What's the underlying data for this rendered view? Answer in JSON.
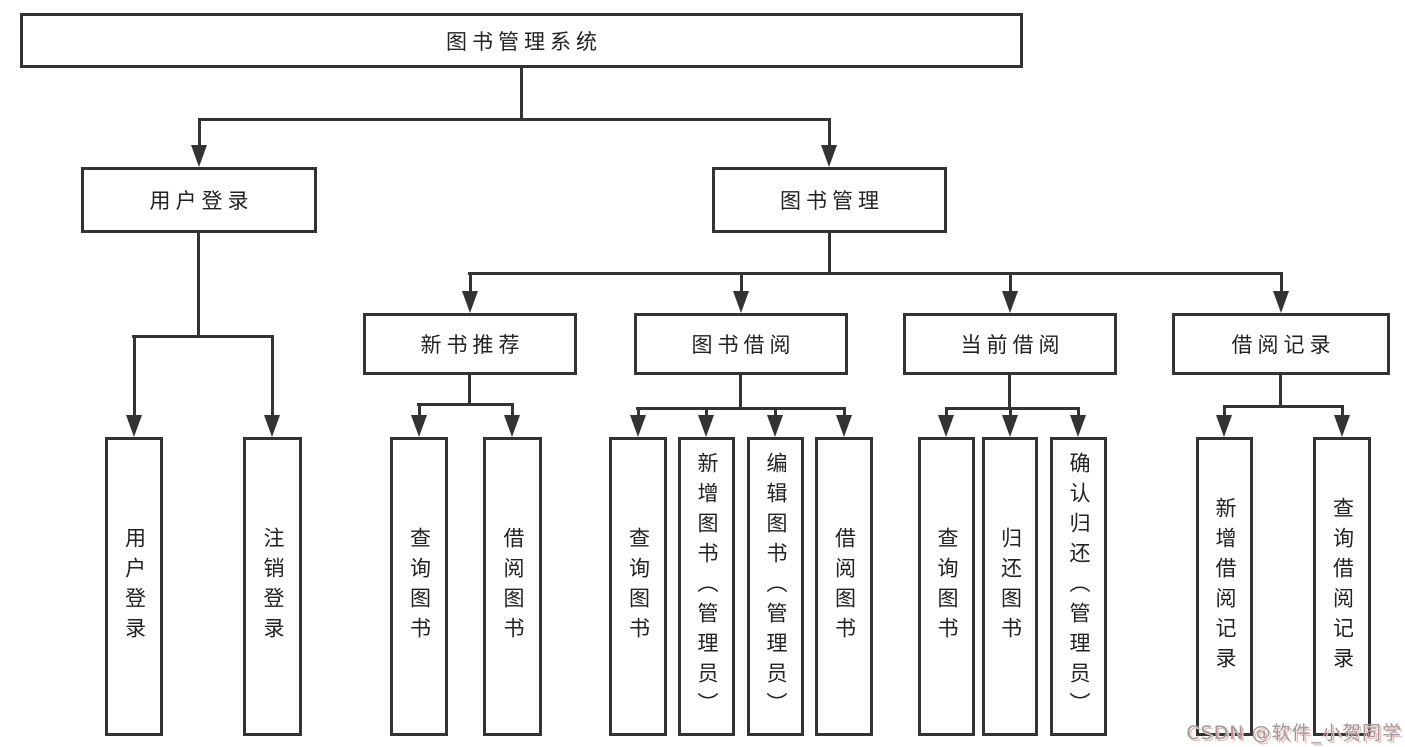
{
  "watermark": "CSDN @软件_小贺同学",
  "colors": {
    "line": "#333333",
    "text": "#222222",
    "box_bg": "#ffffff",
    "watermark_text": "#9c9c9c",
    "watermark_shadow": "#f3bcbc"
  },
  "tree": {
    "label": "图书管理系统",
    "children": [
      {
        "label": "用户登录",
        "children": [
          {
            "label": "用户登录"
          },
          {
            "label": "注销登录"
          }
        ]
      },
      {
        "label": "图书管理",
        "children": [
          {
            "label": "新书推荐",
            "children": [
              {
                "label": "查询图书"
              },
              {
                "label": "借阅图书"
              }
            ]
          },
          {
            "label": "图书借阅",
            "children": [
              {
                "label": "查询图书"
              },
              {
                "label": "新增图书（管理员）"
              },
              {
                "label": "编辑图书（管理员）"
              },
              {
                "label": "借阅图书"
              }
            ]
          },
          {
            "label": "当前借阅",
            "children": [
              {
                "label": "查询图书"
              },
              {
                "label": "归还图书"
              },
              {
                "label": "确认归还（管理员）"
              }
            ]
          },
          {
            "label": "借阅记录",
            "children": [
              {
                "label": "新增借阅记录"
              },
              {
                "label": "查询借阅记录"
              }
            ]
          }
        ]
      }
    ]
  }
}
